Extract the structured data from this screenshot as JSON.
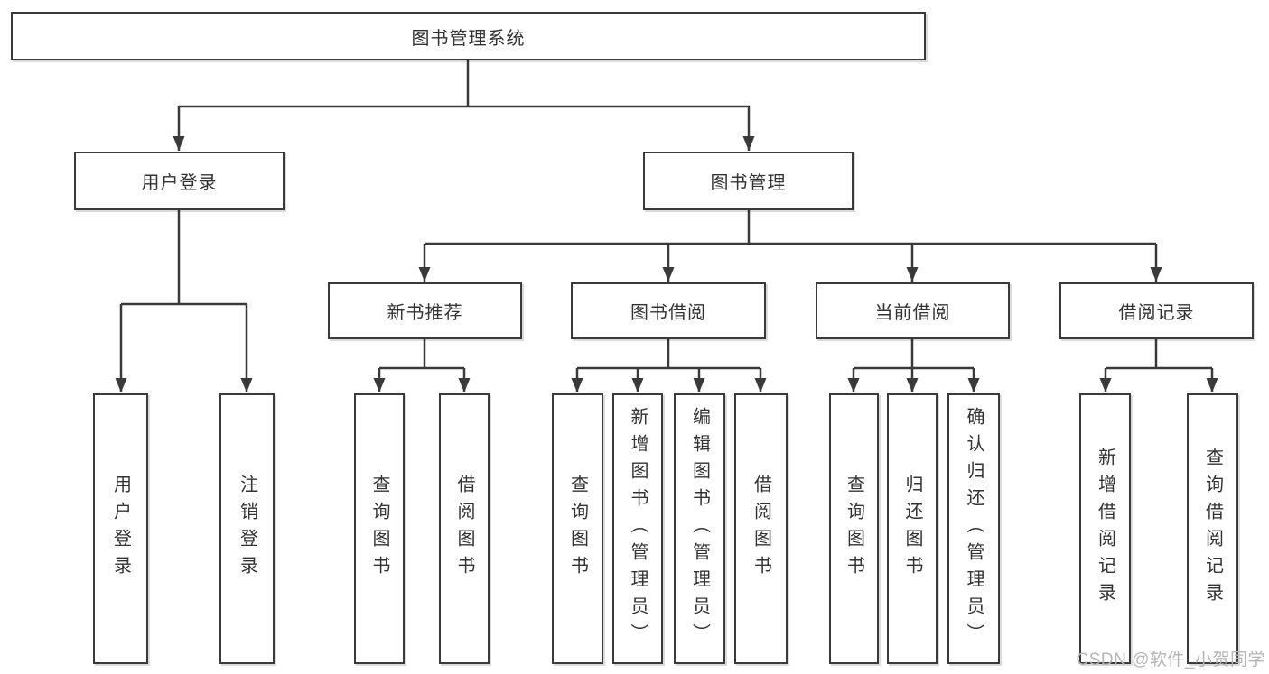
{
  "tree": {
    "root": "图书管理系统",
    "level2": [
      "用户登录",
      "图书管理"
    ],
    "level3": [
      "新书推荐",
      "图书借阅",
      "当前借阅",
      "借阅记录"
    ],
    "leaves_user_login": [
      "用户登录",
      "注销登录"
    ],
    "leaves_new_book": [
      "查询图书",
      "借阅图书"
    ],
    "leaves_book_borrow": [
      "查询图书",
      "新增图书（管理员）",
      "编辑图书（管理员）",
      "借阅图书"
    ],
    "leaves_current_borrow": [
      "查询图书",
      "归还图书",
      "确认归还（管理员）"
    ],
    "leaves_borrow_record": [
      "新增借阅记录",
      "查询借阅记录"
    ]
  },
  "watermark": "CSDN @软件_小贺同学",
  "colors": {
    "line": "#3a3a3a",
    "text": "#333333",
    "watermark": "#b5b5b5"
  }
}
